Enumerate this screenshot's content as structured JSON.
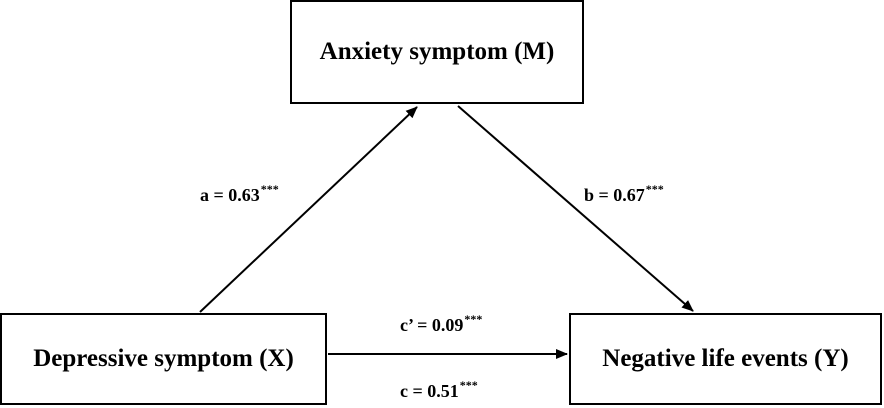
{
  "nodes": {
    "mediator": "Anxiety symptom (M)",
    "predictor": "Depressive symptom (X)",
    "outcome": "Negative life events (Y)"
  },
  "paths": {
    "a": {
      "label": "a = 0.63",
      "significance": "***"
    },
    "b": {
      "label": "b = 0.67",
      "significance": "***"
    },
    "c_prime": {
      "label": "c’ = 0.09",
      "significance": "***"
    },
    "c": {
      "label": "c = 0.51",
      "significance": "***"
    }
  },
  "colors": {
    "line": "#000000",
    "background": "#ffffff"
  }
}
